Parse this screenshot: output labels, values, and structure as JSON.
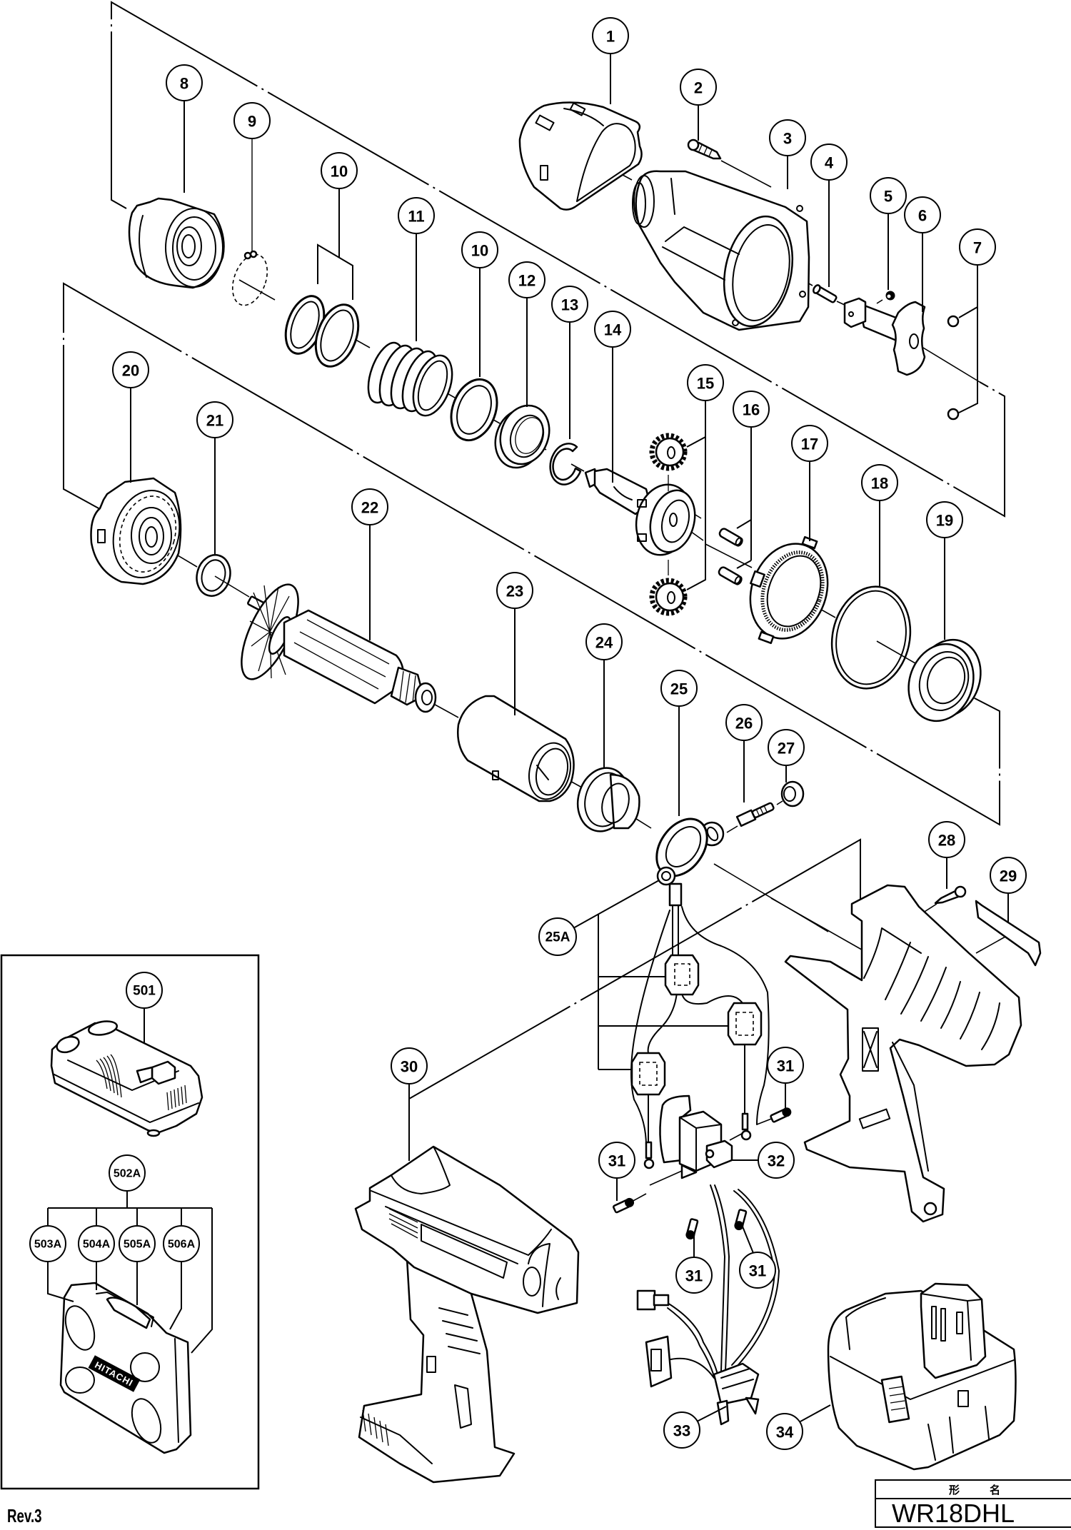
{
  "diagram": {
    "callouts": [
      "1",
      "2",
      "3",
      "4",
      "5",
      "6",
      "7",
      "8",
      "9",
      "10",
      "11",
      "10",
      "12",
      "13",
      "14",
      "15",
      "16",
      "17",
      "18",
      "19",
      "20",
      "21",
      "22",
      "23",
      "24",
      "25",
      "26",
      "27",
      "28",
      "29",
      "25A",
      "30",
      "31",
      "32",
      "31",
      "31",
      "31",
      "33",
      "34"
    ]
  },
  "inset": {
    "callouts": [
      "501",
      "502A",
      "503A",
      "504A",
      "505A",
      "506A"
    ],
    "case_brand": "HITACHI"
  },
  "title_block": {
    "header_1": "形",
    "header_2": "名",
    "model": "WR18DHL"
  },
  "revision": "Rev.3"
}
